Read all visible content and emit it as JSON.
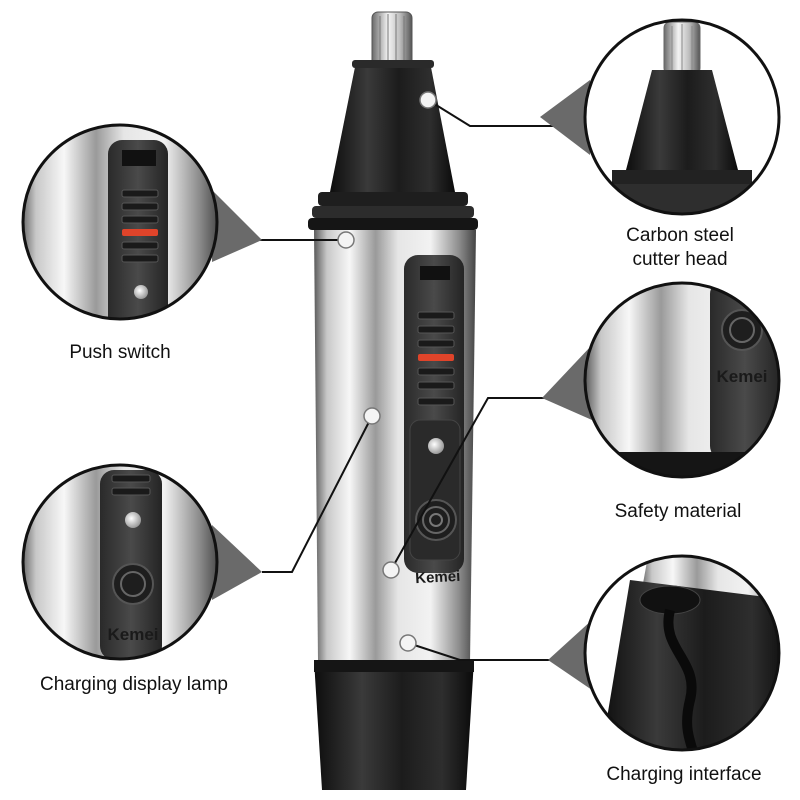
{
  "brand": "Kemei",
  "labels": {
    "cutter_head": {
      "line1": "Carbon steel",
      "line2": "cutter head"
    },
    "push_switch": "Push switch",
    "safety_material": "Safety material",
    "charging_display_lamp": "Charging display lamp",
    "charging_interface": "Charging interface"
  },
  "colors": {
    "body_dark": "#1c1c1c",
    "steel_light": "#f2f2f2",
    "steel_mid": "#9a9a9a",
    "switch_accent": "#e0442a"
  }
}
